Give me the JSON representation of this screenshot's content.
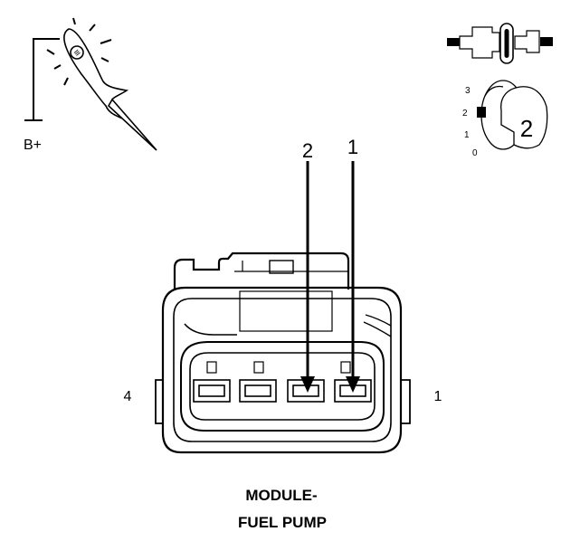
{
  "probe": {
    "label": "B+",
    "glyph": "≡"
  },
  "ignition": {
    "positions": [
      "3",
      "2",
      "1",
      "0"
    ],
    "selected": "2"
  },
  "pins": [
    {
      "number": "2"
    },
    {
      "number": "1"
    }
  ],
  "connector": {
    "left_pin": "4",
    "right_pin": "1",
    "name_line1": "MODULE-",
    "name_line2": "FUEL PUMP"
  }
}
